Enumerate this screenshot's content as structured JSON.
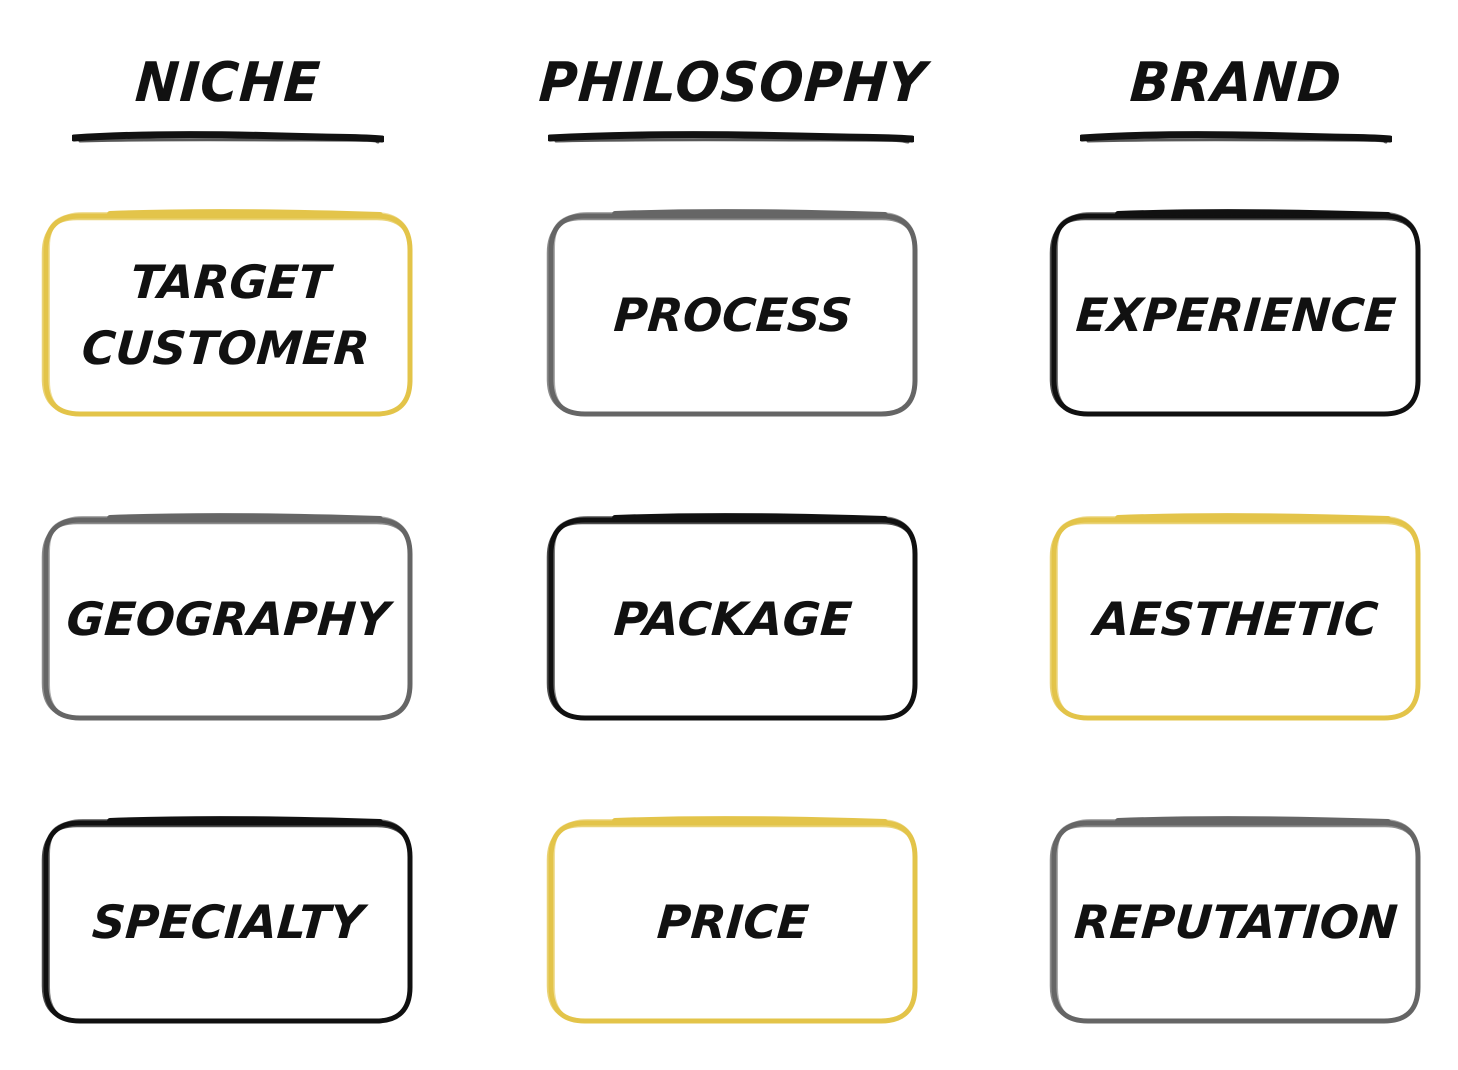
{
  "columns": [
    {
      "title": "NICHE",
      "cards": [
        {
          "lines": [
            "TARGET",
            "CUSTOMER"
          ],
          "color": "#e3c44a"
        },
        {
          "lines": [
            "GEOGRAPHY"
          ],
          "color": "#666666"
        },
        {
          "lines": [
            "SPECIALTY"
          ],
          "color": "#111111"
        }
      ]
    },
    {
      "title": "PHILOSOPHY",
      "cards": [
        {
          "lines": [
            "PROCESS"
          ],
          "color": "#666666"
        },
        {
          "lines": [
            "PACKAGE"
          ],
          "color": "#111111"
        },
        {
          "lines": [
            "PRICE"
          ],
          "color": "#e3c44a"
        }
      ]
    },
    {
      "title": "BRAND",
      "cards": [
        {
          "lines": [
            "EXPERIENCE"
          ],
          "color": "#111111"
        },
        {
          "lines": [
            "AESTHETIC"
          ],
          "color": "#e3c44a"
        },
        {
          "lines": [
            "REPUTATION"
          ],
          "color": "#666666"
        }
      ]
    }
  ],
  "underline_color": "#111111"
}
